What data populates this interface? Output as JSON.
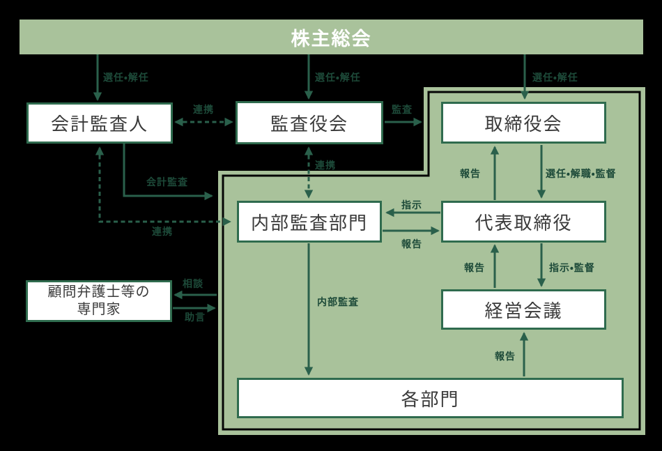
{
  "diagram": {
    "title": "株主総会",
    "nodes": {
      "kaikei_kansanin": "会計監査人",
      "kansayakukai": "監査役会",
      "torishimariyakukai": "取締役会",
      "naibu_kansa_bumon": "内部監査部門",
      "daihyo_torishimariyaku": "代表取締役",
      "keiei_kaigi": "経営会議",
      "komon_line1": "顧問弁護士等の",
      "komon_line2": "専門家",
      "kaku_bumon": "各部門"
    },
    "edge_labels": {
      "sennin_kainin_1": "選任・解任",
      "sennin_kainin_2": "選任・解任",
      "sennin_kainin_3": "選任・解任",
      "renkei_1": "連携",
      "kansa": "監査",
      "renkei_2": "連携",
      "kaikei_kansa": "会計監査",
      "renkei_3": "連携",
      "houkoku_1": "報告",
      "sennin_kaishoku_kantoku": "選任・解職・監督",
      "shiji": "指示",
      "houkoku_2": "報告",
      "houkoku_3": "報告",
      "shiji_kantoku": "指示・監督",
      "naibu_kansa": "内部監査",
      "soudan": "相談",
      "jogen": "助言",
      "houkoku_4": "報告"
    },
    "colors": {
      "background": "#000000",
      "panel_green": "#a9c29b",
      "banner_green": "#a9c29b",
      "arrow_green": "#2a604b",
      "box_border_green": "#2f6b4e",
      "label_text_green": "#1d4a39",
      "box_text": "#3a3a3a",
      "panel_inner_border": "#050505",
      "title_text": "#ffffff"
    }
  }
}
